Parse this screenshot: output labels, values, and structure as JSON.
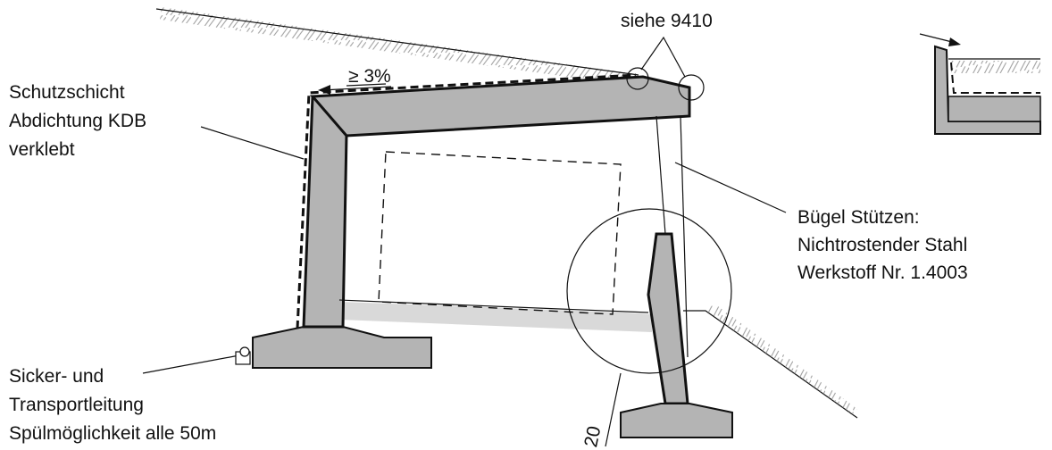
{
  "labels": {
    "see_detail": "siehe 9410",
    "slope": "≥ 3%",
    "protection_line1": "Schutzschicht",
    "protection_line2": "Abdichtung KDB",
    "protection_line3": "verklebt",
    "stirrup_line1": "Bügel Stützen:",
    "stirrup_line2": "Nichtrostender Stahl",
    "stirrup_line3": "Werkstoff Nr. 1.4003",
    "drain_line1": "Sicker- und",
    "drain_line2": "Transportleitung",
    "drain_line3": "Spülmöglichkeit alle 50m",
    "detail_ref": "20"
  },
  "colors": {
    "concrete": "#b4b4b4",
    "line": "#111111",
    "light_fill": "#d9d9d9",
    "hatch": "#8c8c8c"
  }
}
